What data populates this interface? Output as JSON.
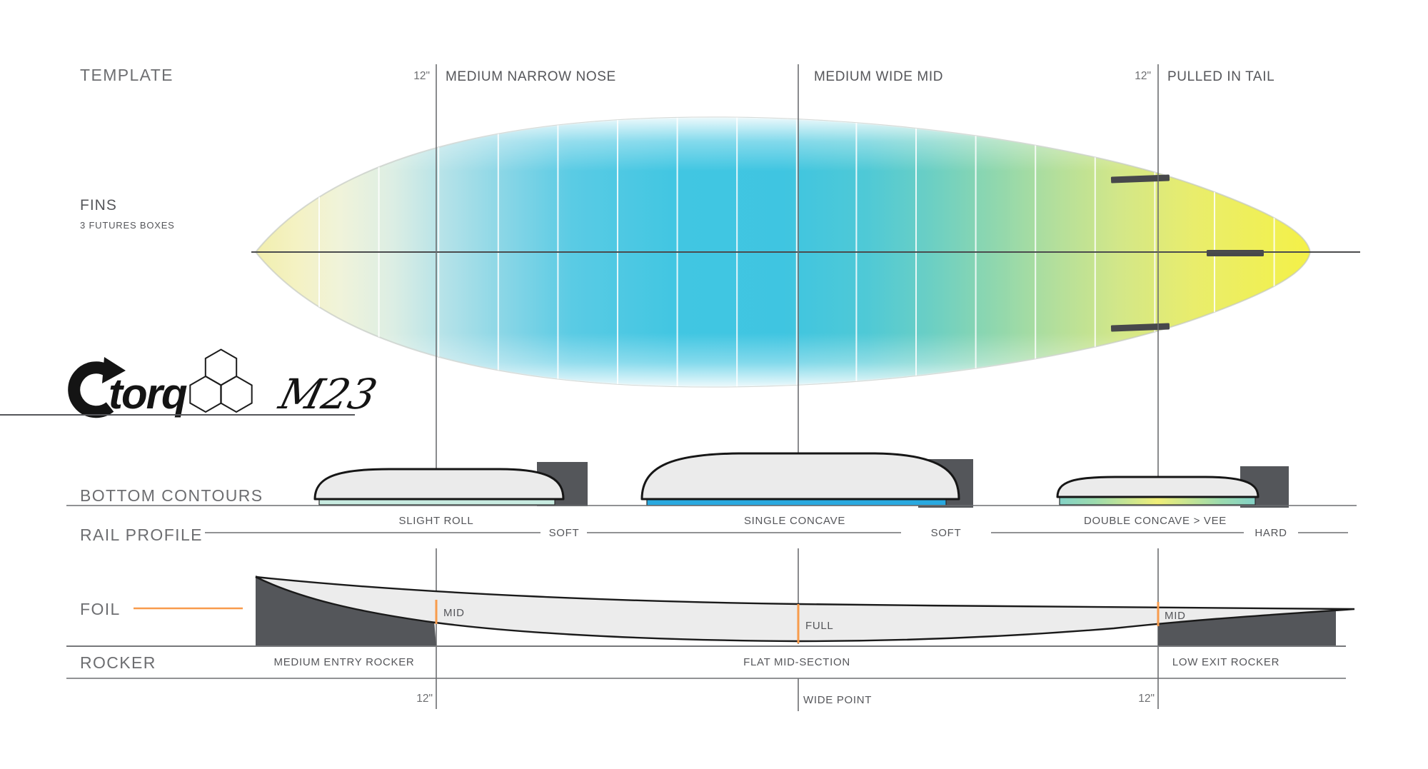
{
  "brand": {
    "name": "torq",
    "model": "M23"
  },
  "titles": {
    "template": "TEMPLATE",
    "fins": "FINS",
    "fins_sub": "3 FUTURES BOXES",
    "bottom_contours": "BOTTOM CONTOURS",
    "rail_profile": "RAIL PROFILE",
    "foil": "FOIL",
    "rocker": "ROCKER"
  },
  "template_labels": {
    "nose_measure": "12\"",
    "nose": "MEDIUM NARROW NOSE",
    "mid": "MEDIUM WIDE MID",
    "tail_measure": "12\"",
    "tail": "PULLED IN TAIL"
  },
  "contour_labels": {
    "left": "SLIGHT ROLL",
    "mid": "SINGLE CONCAVE",
    "right": "DOUBLE CONCAVE > VEE"
  },
  "rail_labels": {
    "left": "SOFT",
    "mid": "SOFT",
    "right": "HARD"
  },
  "foil_labels": {
    "nose": "MID",
    "mid": "FULL",
    "tail": "MID"
  },
  "rocker_labels": {
    "nose": "MEDIUM ENTRY ROCKER",
    "mid": "FLAT MID-SECTION",
    "tail": "LOW EXIT ROCKER"
  },
  "bottom_measures": {
    "nose": "12\"",
    "mid": "WIDE POINT",
    "tail": "12\""
  },
  "colors": {
    "accent_orange": "#f89b4c",
    "concave_blue": "#29a9e0",
    "roll_mint": "#c8ebe1",
    "vee_teal": "#84d2c6",
    "vee_yellow": "#f0ee78",
    "board_cyan": "#3ec5e2",
    "board_yellow": "#f4f148",
    "dark_block": "#54565a",
    "fin_box": "#47484b",
    "title_gray": "#6d6e71",
    "line_gray": "#808285"
  }
}
